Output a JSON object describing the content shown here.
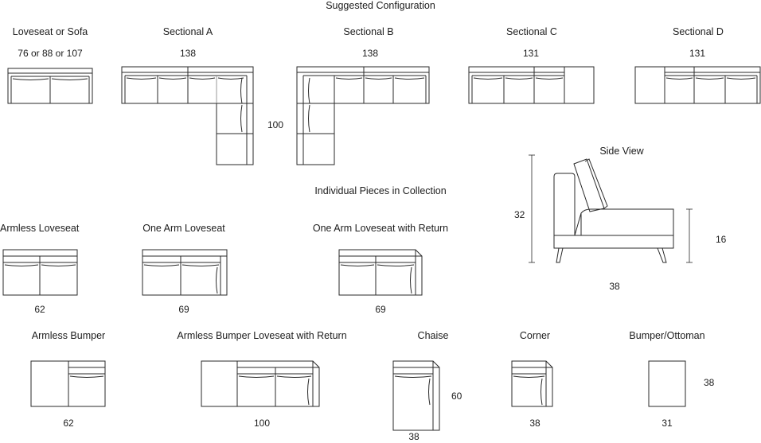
{
  "headings": {
    "suggested": "Suggested Configuration",
    "individual": "Individual Pieces in Collection",
    "side_view": "Side View"
  },
  "configurations": [
    {
      "name": "Loveseat or Sofa",
      "width": "76 or 88 or 107"
    },
    {
      "name": "Sectional A",
      "width": "138",
      "depth": "100"
    },
    {
      "name": "Sectional B",
      "width": "138"
    },
    {
      "name": "Sectional C",
      "width": "131"
    },
    {
      "name": "Sectional D",
      "width": "131"
    }
  ],
  "side_view_dims": {
    "height": "32",
    "seat_height": "16",
    "depth": "38"
  },
  "pieces_row1": [
    {
      "name": "Armless Loveseat",
      "width": "62"
    },
    {
      "name": "One Arm Loveseat",
      "width": "69"
    },
    {
      "name": "One Arm Loveseat with Return",
      "width": "69"
    }
  ],
  "pieces_row2": [
    {
      "name": "Armless Bumper",
      "width": "62"
    },
    {
      "name": "Armless Bumper Loveseat with Return",
      "width": "100"
    },
    {
      "name": "Chaise",
      "width": "38",
      "depth": "60"
    },
    {
      "name": "Corner",
      "width": "38"
    },
    {
      "name": "Bumper/Ottoman",
      "width": "31",
      "depth": "38"
    }
  ]
}
